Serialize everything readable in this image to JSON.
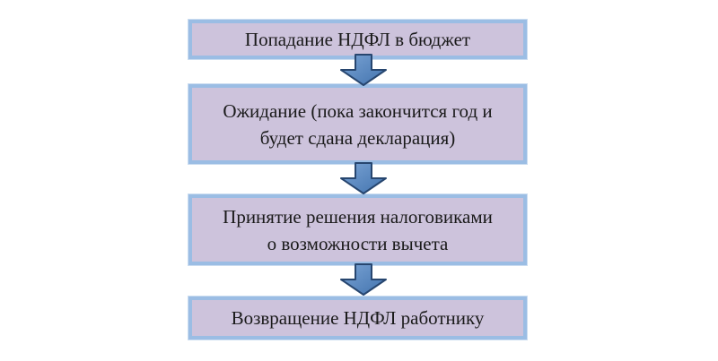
{
  "diagram": {
    "type": "flowchart",
    "direction": "top-down",
    "steps": [
      {
        "label": "Попадание НДФЛ в бюджет",
        "lines": [
          "Попадание НДФЛ в бюджет"
        ]
      },
      {
        "label": "Ожидание (пока закончится год и будет сдана декларация)",
        "lines": [
          "Ожидание (пока закончится год и",
          "будет сдана декларация)"
        ]
      },
      {
        "label": "Принятие решения налоговиками о возможности вычета",
        "lines": [
          "Принятие решения налоговиками",
          "о возможности вычета"
        ]
      },
      {
        "label": "Возвращение НДФЛ работнику",
        "lines": [
          "Возвращение НДФЛ работнику"
        ]
      }
    ],
    "connectors": [
      "down-arrow",
      "down-arrow",
      "down-arrow"
    ],
    "colors": {
      "background": "#FFFFFF",
      "box_fill": "#CDC3DC",
      "box_border": "#9BBDE4",
      "box_outer_edge": "#CBDCF0",
      "arrow_fill_light": "#7AA3D4",
      "arrow_fill_dark": "#4273AE",
      "arrow_stroke": "#27466F",
      "text": "#1A1A1A"
    }
  }
}
